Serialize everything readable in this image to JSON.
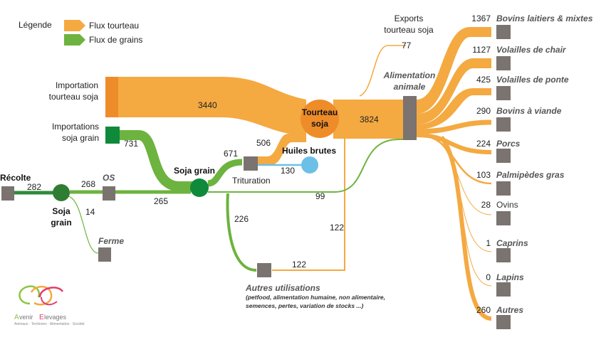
{
  "legend": {
    "title": "Légende",
    "items": [
      {
        "label": "Flux tourteau",
        "color": "#f4a941"
      },
      {
        "label": "Flux de grains",
        "color": "#6db33f"
      }
    ]
  },
  "colors": {
    "orange": "#f4a941",
    "orange_dark": "#ee8c2a",
    "green": "#6db33f",
    "green_dark": "#2e8b3a",
    "node_grey": "#7a7370",
    "blue": "#6cc0e8"
  },
  "nodes": {
    "import_tourteau": "Importation\ntourteau soja",
    "import_grain": "Importations\nsoja grain",
    "recolte": "Récolte",
    "soja_grain_left": "Soja\ngrain",
    "os": "OS",
    "ferme": "Ferme",
    "soja_grain_center": "Soja grain",
    "trituration": "Trituration",
    "huiles_brutes": "Huiles brutes",
    "tourteau_soja": "Tourteau\nsoja",
    "exports": "Exports\ntourteau soja",
    "alimentation": "Alimentation\nanimale",
    "autres_utilisations": "Autres utilisations",
    "autres_detail_1": "(petfood, alimentation humaine, non alimentaire,",
    "autres_detail_2": "semences, pertes, variation de stocks ...)"
  },
  "flows": {
    "import_tourteau": "3440",
    "import_grain": "731",
    "recolte": "282",
    "os_in": "268",
    "ferme": "14",
    "os_to_grain": "265",
    "to_trituration": "671",
    "trit_to_tourteau": "506",
    "huiles": "130",
    "tourteau_to_alim": "3824",
    "exports": "77",
    "grain_to_alim": "99",
    "grain_to_autres": "226",
    "tourteau_to_autres_a": "122",
    "tourteau_to_autres_b": "122"
  },
  "destinations": [
    {
      "value": "1367",
      "label": "Bovins laitiers & mixtes",
      "italic": true
    },
    {
      "value": "1127",
      "label": "Volailles de chair",
      "italic": true
    },
    {
      "value": "425",
      "label": "Volailles de ponte",
      "italic": true
    },
    {
      "value": "290",
      "label": "Bovins à viande",
      "italic": true
    },
    {
      "value": "224",
      "label": "Porcs",
      "italic": true
    },
    {
      "value": "103",
      "label": "Palmipèdes gras",
      "italic": true
    },
    {
      "value": "28",
      "label": "Ovins",
      "italic": false
    },
    {
      "value": "1",
      "label": "Caprins",
      "italic": true
    },
    {
      "value": "0",
      "label": "Lapins",
      "italic": true
    },
    {
      "value": "260",
      "label": "Autres",
      "italic": true
    }
  ],
  "logo": {
    "brand_a": "A",
    "brand_b": "venir",
    "brand_c": "E",
    "brand_d": "levages",
    "tagline": "Animaux · Territoires · Alimentation · Société"
  }
}
